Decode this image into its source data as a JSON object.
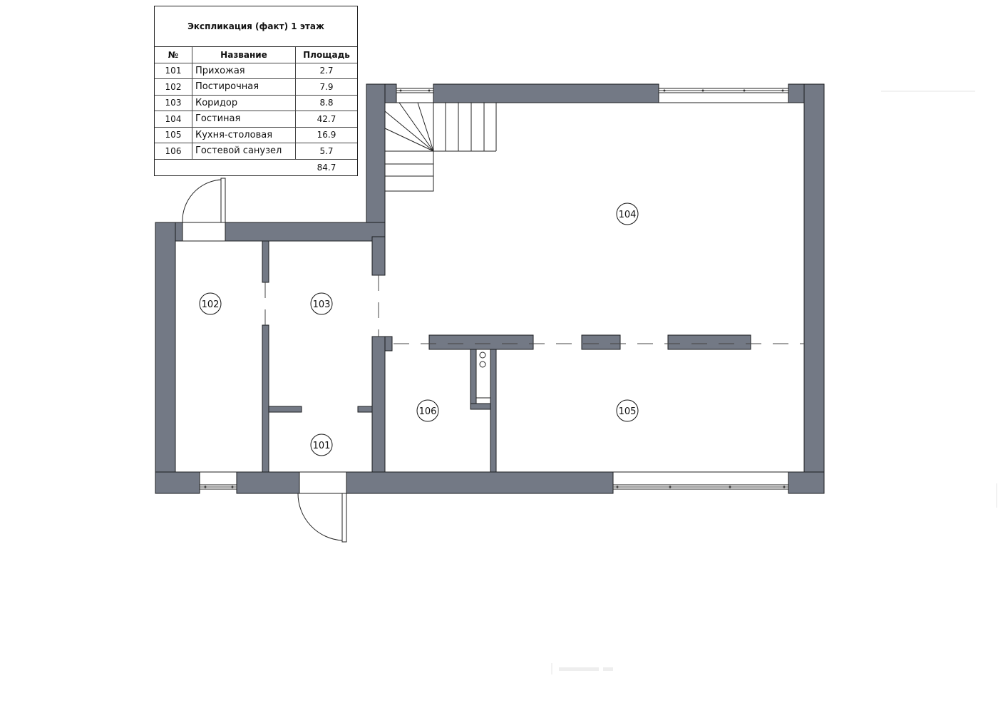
{
  "explication": {
    "title": "Экспликация (факт) 1 этаж",
    "headers": {
      "num": "№",
      "name": "Название",
      "area": "Площадь"
    },
    "rows": [
      {
        "num": "101",
        "name": "Прихожая",
        "area": "2.7"
      },
      {
        "num": "102",
        "name": "Постирочная",
        "area": "7.9"
      },
      {
        "num": "103",
        "name": "Коридор",
        "area": "8.8"
      },
      {
        "num": "104",
        "name": "Гостиная",
        "area": "42.7"
      },
      {
        "num": "105",
        "name": "Кухня-столовая",
        "area": "16.9"
      },
      {
        "num": "106",
        "name": "Гостевой санузел",
        "area": "5.7"
      }
    ],
    "total": "84.7"
  },
  "plan": {
    "rooms": [
      "104",
      "102",
      "103",
      "106",
      "105",
      "101"
    ]
  },
  "colors": {
    "wall": "#737985",
    "line": "#222222",
    "background": "#ffffff"
  }
}
